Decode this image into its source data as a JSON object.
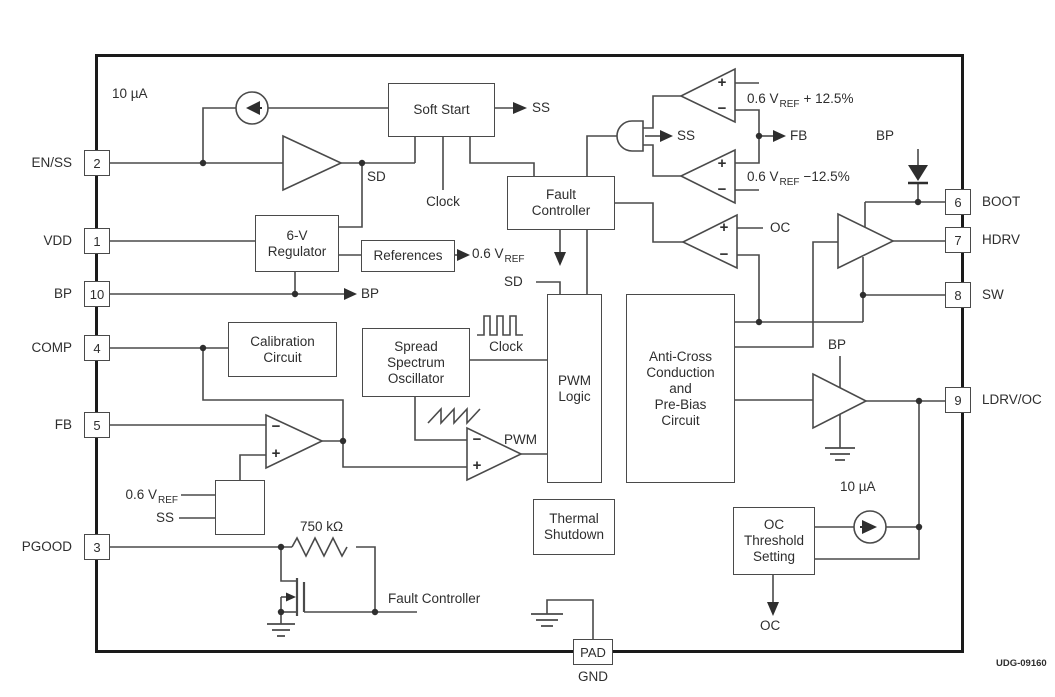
{
  "meta": {
    "doc_code": "UDG-09160"
  },
  "pins": {
    "left": [
      {
        "label": "EN/SS",
        "number": "2"
      },
      {
        "label": "VDD",
        "number": "1"
      },
      {
        "label": "BP",
        "number": "10"
      },
      {
        "label": "COMP",
        "number": "4"
      },
      {
        "label": "FB",
        "number": "5"
      },
      {
        "label": "PGOOD",
        "number": "3"
      }
    ],
    "right": [
      {
        "number": "6",
        "label": "BOOT"
      },
      {
        "number": "7",
        "label": "HDRV"
      },
      {
        "number": "8",
        "label": "SW"
      },
      {
        "number": "9",
        "label": "LDRV/OC"
      }
    ],
    "pad": {
      "number": "PAD",
      "label": "GND"
    }
  },
  "blocks": {
    "soft_start": {
      "lines": [
        "Soft Start"
      ]
    },
    "fault_controller": {
      "lines": [
        "Fault",
        "Controller"
      ]
    },
    "regulator": {
      "lines": [
        "6-V",
        "Regulator"
      ]
    },
    "references": {
      "lines": [
        "References"
      ]
    },
    "calibration": {
      "lines": [
        "Calibration",
        "Circuit"
      ]
    },
    "sso": {
      "lines": [
        "Spread",
        "Spectrum",
        "Oscillator"
      ]
    },
    "pwm_logic": {
      "lines": [
        "PWM",
        "Logic"
      ]
    },
    "anti_cross": {
      "lines": [
        "Anti-Cross",
        "Conduction",
        "and",
        "Pre-Bias",
        "Circuit"
      ]
    },
    "thermal_shutdown": {
      "lines": [
        "Thermal",
        "Shutdown"
      ]
    },
    "oc_threshold": {
      "lines": [
        "OC",
        "Threshold",
        "Setting"
      ]
    }
  },
  "labels": {
    "current_source_top": "10 µA",
    "current_source_bottom": "10 µA",
    "ss_out": "SS",
    "ss_and": "SS",
    "sd_buffer": "SD",
    "sd_pwm": "SD",
    "clock_soft_start": "Clock",
    "clock_osc": "Clock",
    "bp_out": "BP",
    "bp_diode": "BP",
    "bp_ldrv": "BP",
    "fb_out": "FB",
    "oc_comp": "OC",
    "oc_out": "OC",
    "pwm": "PWM",
    "resistor": "750 kΩ",
    "fault_controller_net": "Fault Controller",
    "vref_out_main": "0.6 V",
    "vref_out_sub": "REF",
    "vref_hi_main": "0.6 V",
    "vref_hi_sub": "REF",
    "vref_hi_suffix": "+ 12.5%",
    "vref_lo_main": "0.6 V",
    "vref_lo_sub": "REF",
    "vref_lo_suffix": "−12.5%",
    "vref_sel_main": "0.6 V",
    "vref_sel_sub": "REF",
    "ss_sel": "SS"
  },
  "symbols": {
    "plus": "+",
    "minus": "−"
  },
  "colors": {
    "wire": "#4a4a4a",
    "border": "#1a1a1a",
    "text": "#2e2e2e"
  }
}
